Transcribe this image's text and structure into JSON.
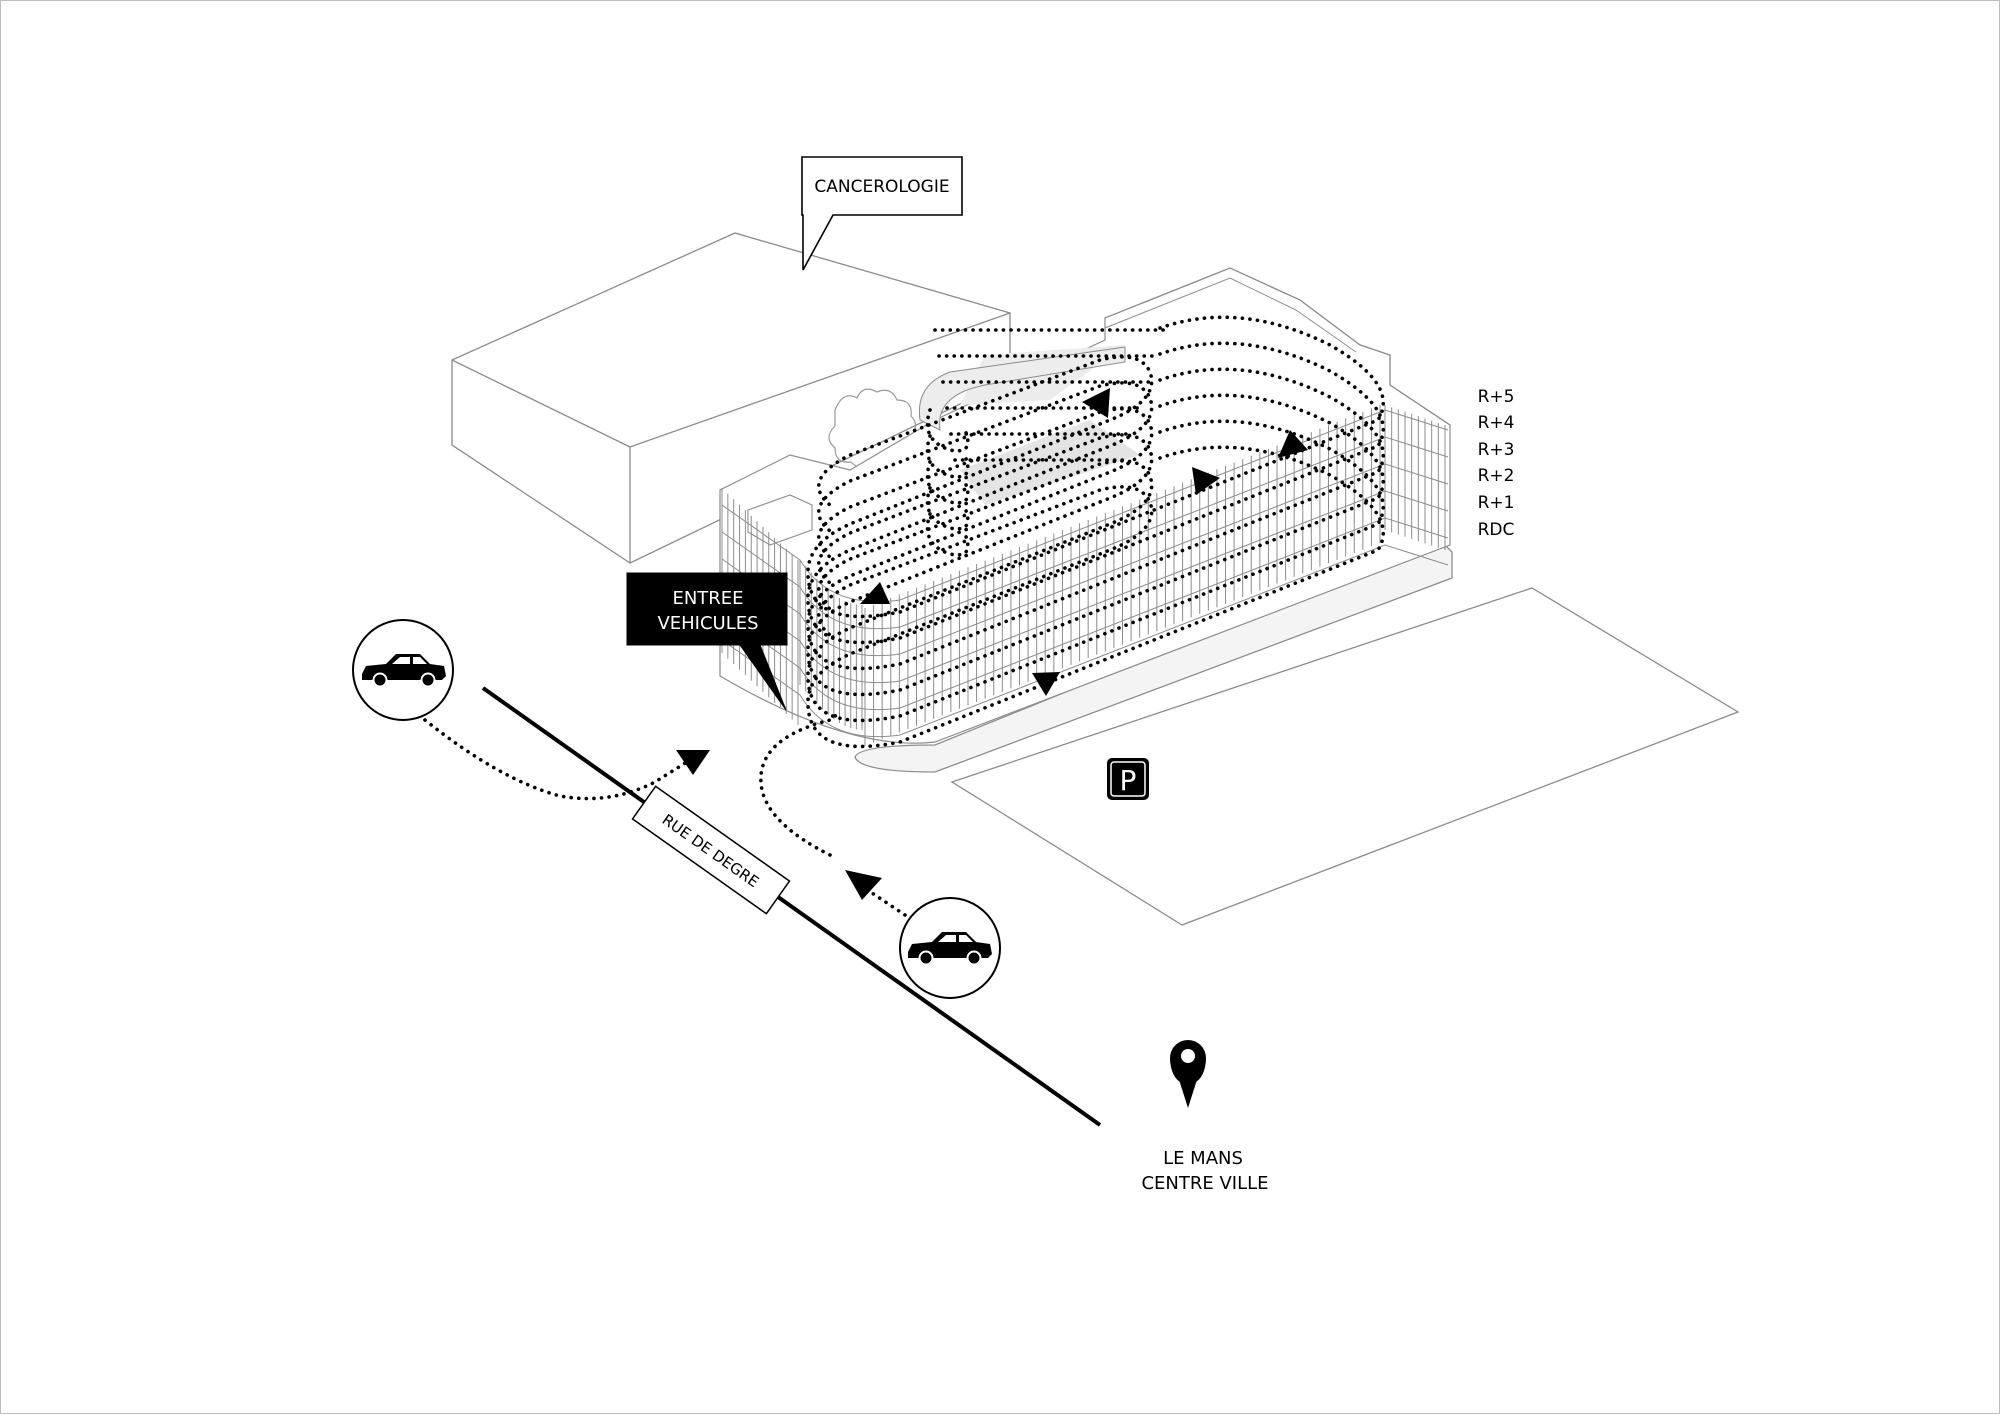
{
  "callouts": {
    "cancerologie": "CANCEROLOGIE",
    "entree_line1": "ENTREE",
    "entree_line2": "VEHICULES"
  },
  "levels": [
    "R+5",
    "R+4",
    "R+3",
    "R+2",
    "R+1",
    "RDC"
  ],
  "street": {
    "label": "RUE DE DEGRE"
  },
  "destination": {
    "line1": "LE MANS",
    "line2": "CENTRE VILLE"
  },
  "parking_sign": "P",
  "icons": [
    "car-icon",
    "car-icon",
    "map-pin-icon",
    "parking-sign-icon"
  ],
  "colors": {
    "ink": "#000000",
    "paper": "#ffffff",
    "thin_line": "#9a9a9a"
  }
}
